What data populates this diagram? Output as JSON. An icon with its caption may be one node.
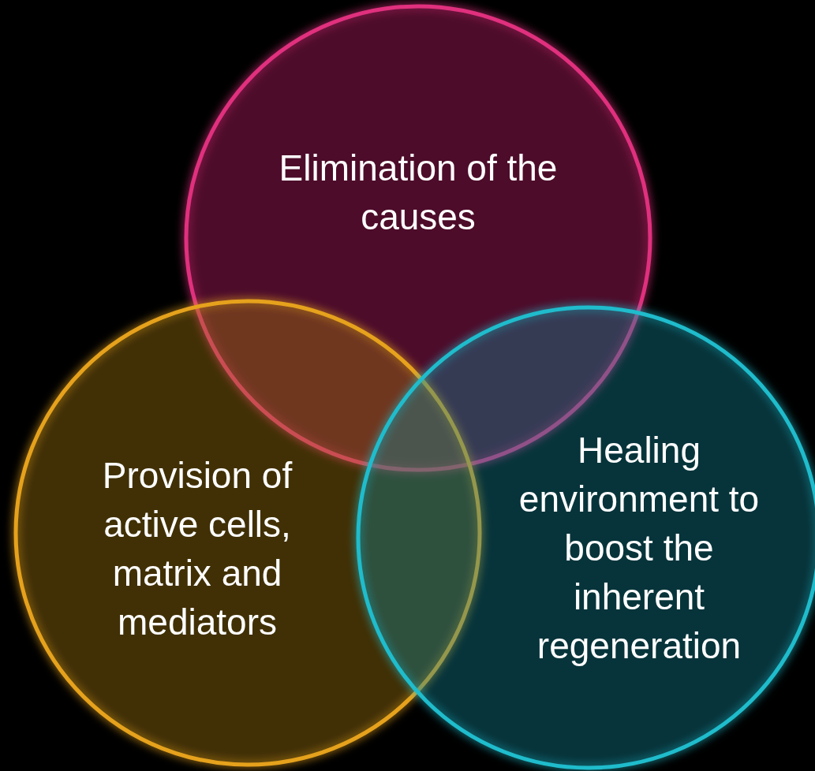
{
  "diagram": {
    "nodes": [
      {
        "text": [
          "Elimination of the causes"
        ]
      },
      {
        "text": [
          "Provision of active cells, matrix and mediators"
        ]
      },
      {
        "text": [
          "Healing environment to boost the inherent regeneration"
        ]
      }
    ],
    "edges": []
  }
}
